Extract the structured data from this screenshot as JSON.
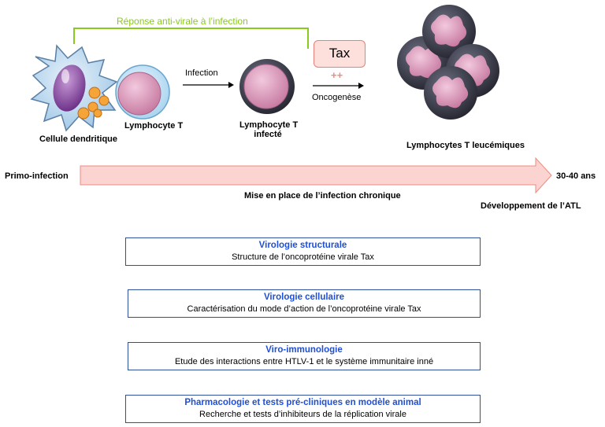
{
  "top": {
    "immune_response": "Réponse anti-virale à l’infection",
    "cell_dendritic": "Cellule dendritique",
    "lymphocyte_t": "Lymphocyte T",
    "infection_label": "Infection",
    "lymphocyte_infected_l1": "Lymphocyte T",
    "lymphocyte_infected_l2": "infecté",
    "tax_label": "Tax",
    "plus_plus": "++",
    "oncogenesis": "Oncogenèse",
    "leukemic": "Lymphocytes T leucémiques"
  },
  "timeline": {
    "start": "Primo-infection",
    "end": "30-40 ans",
    "middle": "Mise en place de l’infection chronique",
    "end_caption": "Développement de l’ATL"
  },
  "boxes": [
    {
      "title": "Virologie structurale",
      "desc": "Structure de l’oncoprotéine virale Tax"
    },
    {
      "title": "Virologie cellulaire",
      "desc": "Caractérisation du mode d’action de l’oncoprotéine virale Tax"
    },
    {
      "title": "Viro-immunologie",
      "desc": "Etude des interactions entre HTLV-1 et le système immunitaire inné"
    },
    {
      "title": "Pharmacologie et tests pré-cliniques en modèle animal",
      "desc": "Recherche et tests d’inhibiteurs de la réplication virale"
    }
  ],
  "colors": {
    "bracket": "#8ac91e",
    "box_border": "#2e4f9b",
    "box_title": "#1f4fd6",
    "timeline_arrow": "#fbd3d1",
    "tax_fill": "#fde0dc"
  }
}
